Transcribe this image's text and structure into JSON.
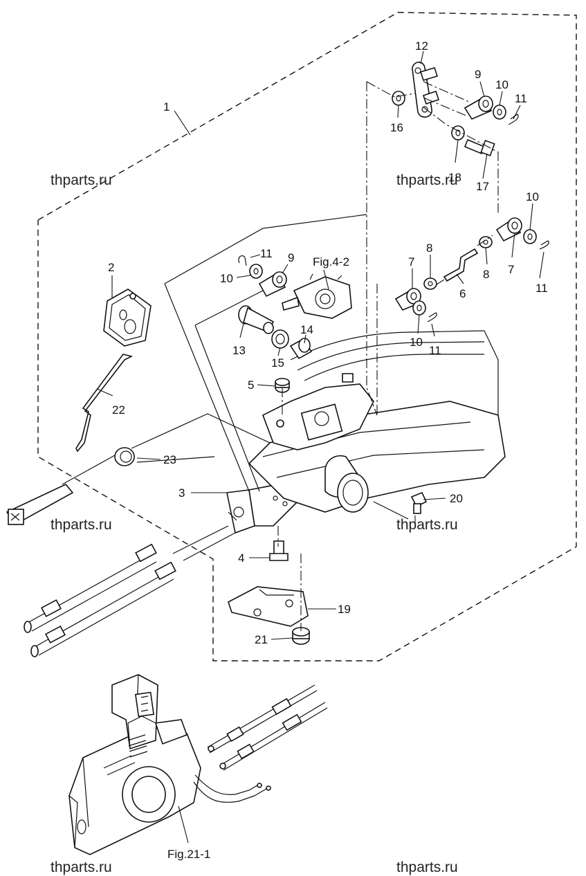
{
  "diagram": {
    "callouts": [
      "1",
      "2",
      "3",
      "4",
      "5",
      "6",
      "7",
      "7",
      "8",
      "8",
      "9",
      "9",
      "10",
      "10",
      "10",
      "10",
      "11",
      "11",
      "11",
      "11",
      "12",
      "13",
      "14",
      "15",
      "16",
      "17",
      "18",
      "19",
      "20",
      "21",
      "22",
      "23"
    ],
    "references": [
      "Fig.4-2",
      "Fig.21-1"
    ],
    "watermark": "thparts.ru"
  }
}
